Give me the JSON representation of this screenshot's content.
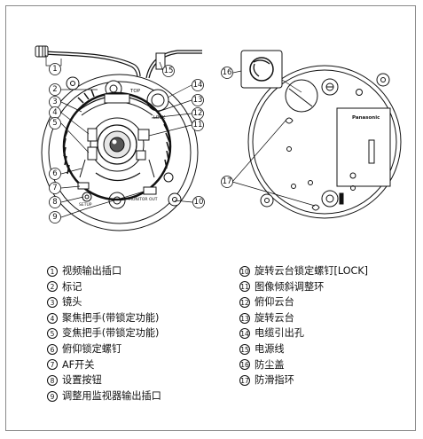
{
  "left_view": {
    "callouts": [
      "1",
      "2",
      "3",
      "4",
      "5",
      "6",
      "7",
      "8",
      "9",
      "10",
      "11",
      "12",
      "13",
      "14",
      "15"
    ],
    "top_mark": "TOP",
    "lock_mark": "LOCK",
    "monitor_out_mark": "MONITOR OUT",
    "setup_mark": "SETUP"
  },
  "right_view": {
    "callouts": [
      "16",
      "17"
    ],
    "brand": "Panasonic"
  },
  "legend": {
    "left": [
      {
        "num": "1",
        "text": "视频输出插口"
      },
      {
        "num": "2",
        "text": "标记"
      },
      {
        "num": "3",
        "text": "镜头"
      },
      {
        "num": "4",
        "text": "聚焦把手(带锁定功能)"
      },
      {
        "num": "5",
        "text": "变焦把手(带锁定功能)"
      },
      {
        "num": "6",
        "text": "俯仰锁定螺钉"
      },
      {
        "num": "7",
        "text": "AF开关"
      },
      {
        "num": "8",
        "text": "设置按钮"
      },
      {
        "num": "9",
        "text": "调整用监视器输出插口"
      }
    ],
    "right": [
      {
        "num": "10",
        "text": "旋转云台锁定螺钉[LOCK]"
      },
      {
        "num": "11",
        "text": "图像倾斜调整环"
      },
      {
        "num": "12",
        "text": "俯仰云台"
      },
      {
        "num": "13",
        "text": "旋转云台"
      },
      {
        "num": "14",
        "text": "电缆引出孔"
      },
      {
        "num": "15",
        "text": "电源线"
      },
      {
        "num": "16",
        "text": "防尘盖"
      },
      {
        "num": "17",
        "text": "防滑指环"
      }
    ]
  }
}
